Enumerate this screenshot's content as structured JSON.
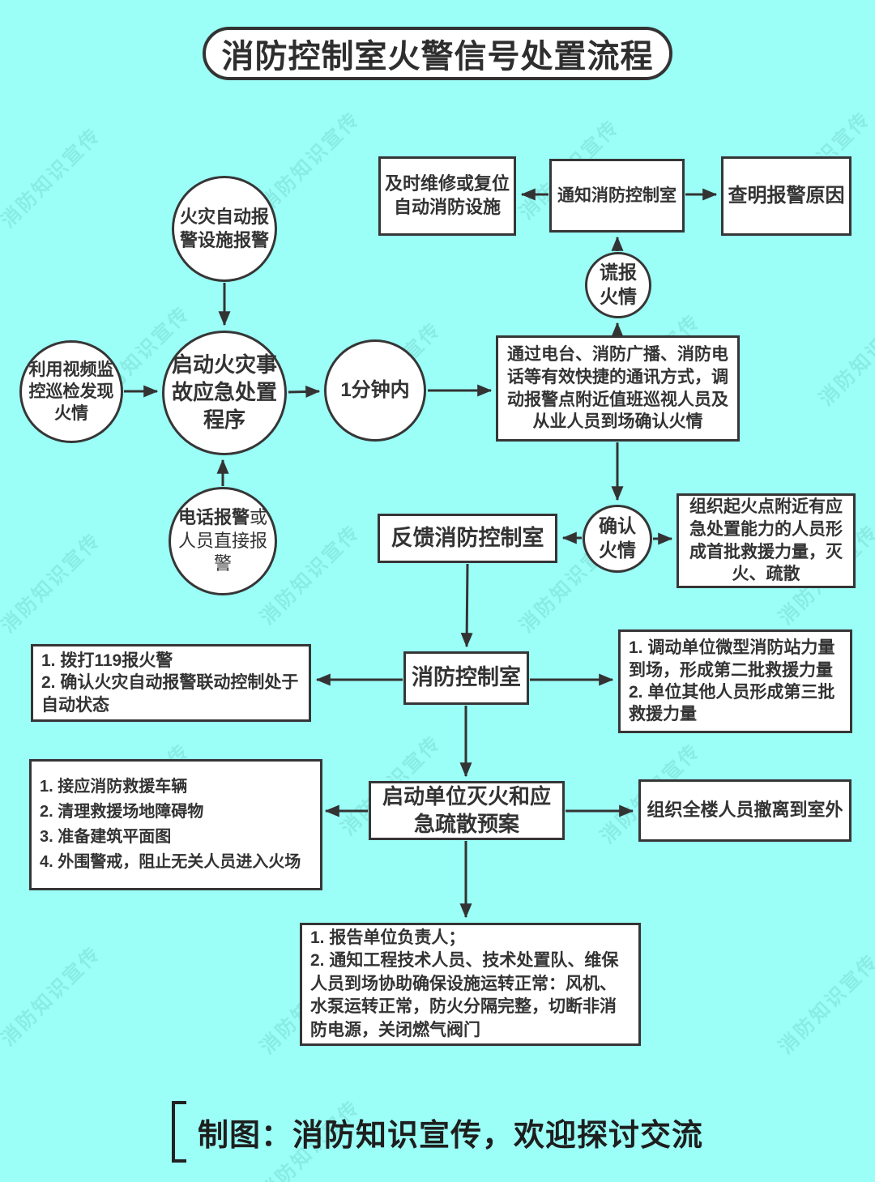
{
  "title": "消防控制室火警信号处置流程",
  "watermark": "消防知识宣传",
  "footer": "制图：消防知识宣传，欢迎探讨交流",
  "colors": {
    "background": "#9bfff7",
    "node_fill": "#ffffff",
    "ink": "#333333"
  },
  "nodes": {
    "auto_alarm": "火灾自动报警设施报警",
    "video_patrol": "利用视频监控巡检发现火情",
    "start_procedure": "启动火灾事故应急处置程序",
    "one_minute": "1分钟内",
    "phone_alarm_bold": "电话报警",
    "phone_alarm_rest": "或人员直接报警",
    "comm_confirm": "通过电台、消防广播、消防电话等有效快捷的通讯方式，调动报警点附近值班巡视人员及从业人员到场确认火情",
    "false_alarm": "谎报火情",
    "notify_control_room": "通知消防控制室",
    "repair_reset": "及时维修或复位自动消防设施",
    "find_cause": "查明报警原因",
    "confirm_fire": "确认火情",
    "feedback_control_room": "反馈消防控制室",
    "first_rescue": "组织起火点附近有应急处置能力的人员形成首批救援力量，灭火、疏散",
    "control_room": "消防控制室",
    "call_119": "1. 拨打119报火警\n2. 确认火灾自动报警联动控制处于自动状态",
    "second_third_rescue": "1. 调动单位微型消防站力量到场，形成第二批救援力量\n2. 单位其他人员形成第三批救援力量",
    "start_plan": "启动单位灭火和应急疏散预案",
    "evacuate_building": "组织全楼人员撤离到室外",
    "site_preparation": "1. 接应消防救援车辆\n2. 清理救援场地障碍物\n3. 准备建筑平面图\n4. 外围警戒，阻止无关人员进入火场",
    "report_notify": "1. 报告单位负责人；\n2. 通知工程技术人员、技术处置队、维保人员到场协助确保设施运转正常：风机、水泵运转正常，防火分隔完整，切断非消防电源，关闭燃气阀门"
  }
}
